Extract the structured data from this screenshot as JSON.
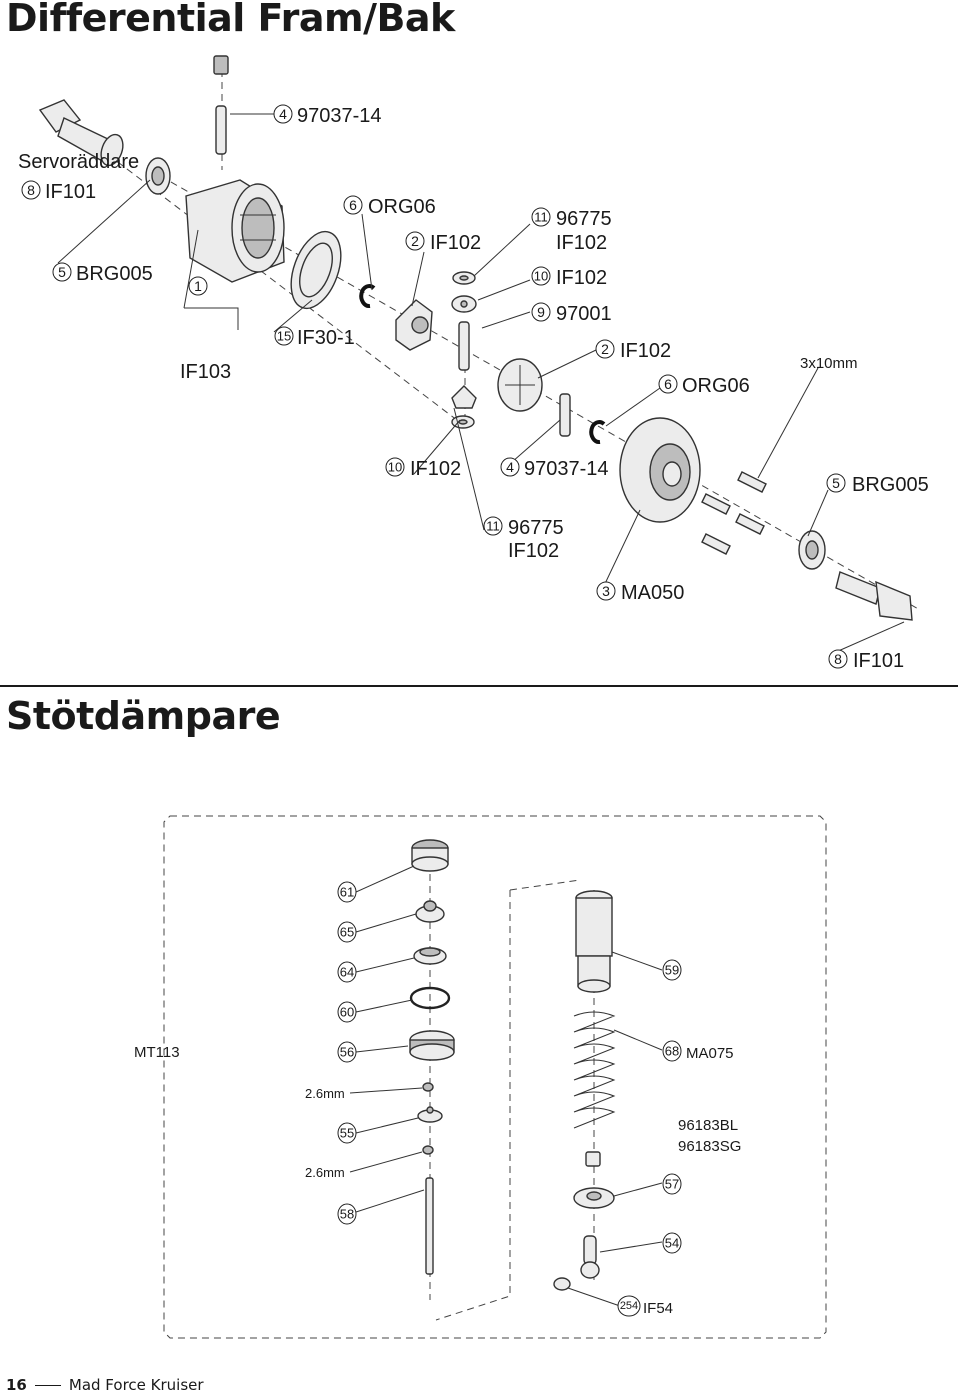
{
  "section1": {
    "title": "Differential Fram/Bak",
    "labels": {
      "servo": "Servoräddare",
      "p8a_code": "IF101",
      "p5a_code": "BRG005",
      "p1_code": "IF103",
      "p4a_code": "97037-14",
      "p6a_code": "ORG06",
      "p2a_code": "IF102",
      "p15_code": "IF30-1",
      "p11a_code1": "96775",
      "p11a_code2": "IF102",
      "p10a_code": "IF102",
      "p9_code": "97001",
      "p2b_code": "IF102",
      "p6b_code": "ORG06",
      "screw_size": "3x10mm",
      "p10b_code": "IF102",
      "p4b_code": "97037-14",
      "p5b_code": "BRG005",
      "p11b_code1": "96775",
      "p11b_code2": "IF102",
      "p3_code": "MA050",
      "p8b_code": "IF101"
    },
    "numbers": {
      "n1": "1",
      "n2": "2",
      "n3": "3",
      "n4": "4",
      "n5": "5",
      "n6": "6",
      "n8": "8",
      "n9": "9",
      "n10": "10",
      "n11": "11",
      "n15": "15"
    }
  },
  "section2": {
    "title": "Stötdämpare",
    "labels": {
      "mt113": "MT113",
      "size1": "2.6mm",
      "size2": "2.6mm",
      "ma075": "MA075",
      "spring1": "96183BL",
      "spring2": "96183SG",
      "if54": "IF54"
    },
    "numbers": {
      "n61": "61",
      "n65": "65",
      "n64": "64",
      "n60": "60",
      "n56": "56",
      "n55": "55",
      "n58": "58",
      "n59": "59",
      "n68": "68",
      "n57": "57",
      "n54": "54",
      "n254": "254"
    }
  },
  "footer": {
    "page": "16",
    "title": "Mad Force Kruiser"
  },
  "icons": [
    "differential-case-icon",
    "bevel-gear-icon",
    "ring-gear-icon",
    "bearing-icon",
    "outdrive-cup-icon",
    "screw-icon",
    "e-clip-icon",
    "shock-body-icon",
    "spring-icon",
    "piston-icon"
  ]
}
